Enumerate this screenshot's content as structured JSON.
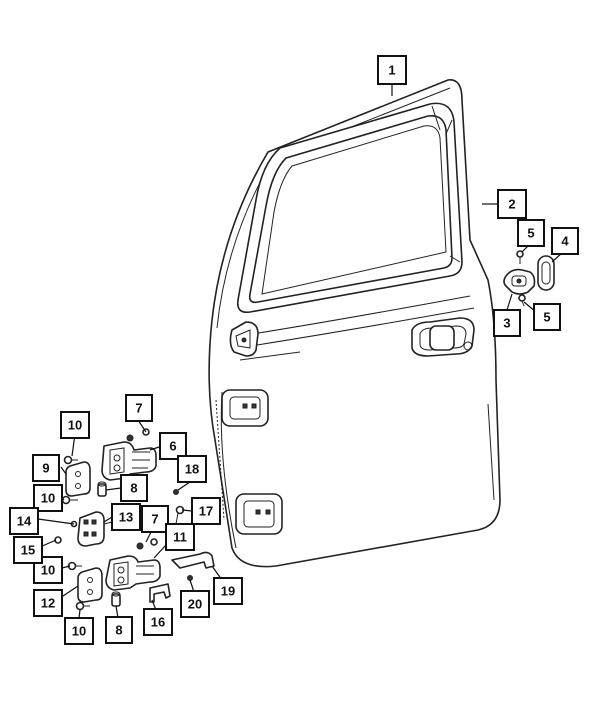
{
  "diagram": {
    "callouts": [
      {
        "id": "c1",
        "label": "1"
      },
      {
        "id": "c2",
        "label": "2"
      },
      {
        "id": "c3",
        "label": "3"
      },
      {
        "id": "c4",
        "label": "4"
      },
      {
        "id": "c5a",
        "label": "5"
      },
      {
        "id": "c5b",
        "label": "5"
      },
      {
        "id": "c6",
        "label": "6"
      },
      {
        "id": "c7a",
        "label": "7"
      },
      {
        "id": "c7b",
        "label": "7"
      },
      {
        "id": "c8a",
        "label": "8"
      },
      {
        "id": "c8b",
        "label": "8"
      },
      {
        "id": "c9",
        "label": "9"
      },
      {
        "id": "c10a",
        "label": "10"
      },
      {
        "id": "c10b",
        "label": "10"
      },
      {
        "id": "c10c",
        "label": "10"
      },
      {
        "id": "c10d",
        "label": "10"
      },
      {
        "id": "c11",
        "label": "11"
      },
      {
        "id": "c12",
        "label": "12"
      },
      {
        "id": "c13",
        "label": "13"
      },
      {
        "id": "c14",
        "label": "14"
      },
      {
        "id": "c15",
        "label": "15"
      },
      {
        "id": "c16",
        "label": "16"
      },
      {
        "id": "c17",
        "label": "17"
      },
      {
        "id": "c18",
        "label": "18"
      },
      {
        "id": "c19",
        "label": "19"
      },
      {
        "id": "c20",
        "label": "20"
      }
    ]
  }
}
